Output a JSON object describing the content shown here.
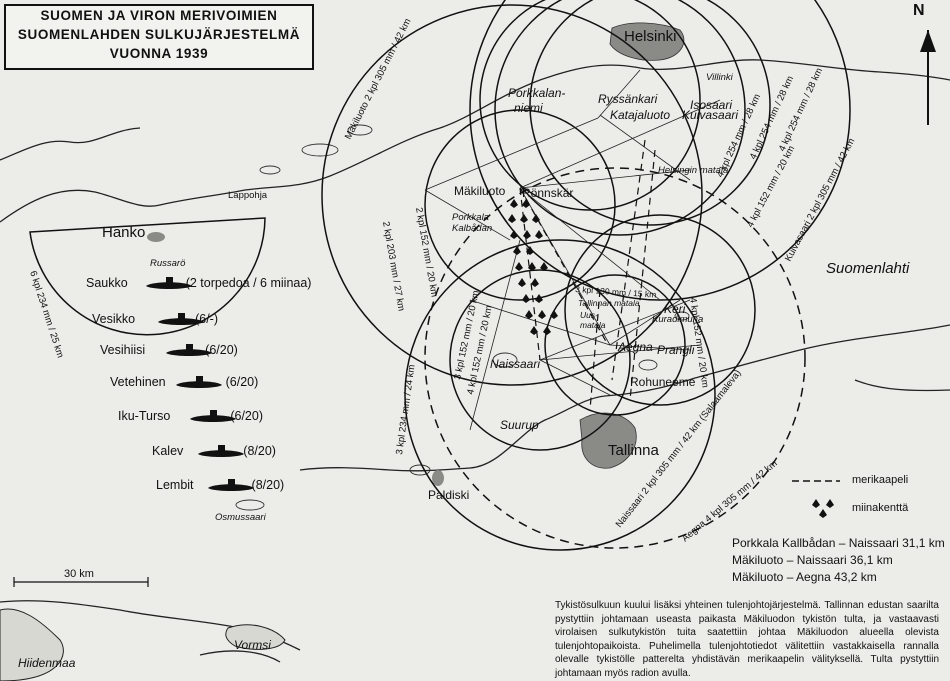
{
  "title": {
    "line1": "SUOMEN JA VIRON MERIVOIMIEN",
    "line2": "SUOMENLAHDEN SULKUJÄRJESTELMÄ",
    "line3": "VUONNA 1939"
  },
  "north_letter": "N",
  "places": {
    "helsinki": "Helsinki",
    "villinki": "Villinki",
    "ryssankari": "Ryssänkari",
    "isosaari": "Isosaari",
    "katajaluoto": "Katajaluoto",
    "kuivasaari": "Kuivasaari",
    "porkkalanniemi_1": "Porkkalan-",
    "porkkalanniemi_2": "niemi",
    "helsingin_matala": "Helsingin matala",
    "makiluoto": "Mäkiluoto",
    "ronnskar": "Rönnskär",
    "porkkala_kalbadan_1": "Porkkala",
    "porkkala_kalbadan_2": "Kalbådan",
    "lappohja": "Lappohja",
    "hanko": "Hanko",
    "russaro": "Russarö",
    "suomenlahti": "Suomenlahti",
    "tallinnan_matala_1": "Tallinnan matala",
    "uusmatala_1": "Uus-",
    "uusmatala_2": "matala",
    "keri": "Keri",
    "kuradimuna": "Kuradimuna",
    "naissaari": "Naissaari",
    "aegna": "Aegna",
    "prangli": "Prangli",
    "rohuneeme": "Rohuneeme",
    "suurup": "Suurup",
    "tallinna": "Tallinna",
    "paldiski": "Paldiski",
    "osmussaari": "Osmussaari",
    "hiidenmaa": "Hiidenmaa",
    "vormsi": "Vormsi"
  },
  "battery_labels": {
    "makiluoto_305": "Mäkiluoto 2 kpl 305 mm / 42 km",
    "hanko_234": "6 kpl 234 mm / 25 km",
    "kuivasaari_305": "Kuivasaari 2 kpl 305 mm / 42 km",
    "isosaari_254_a": "4 kpl 254 mm / 28 km",
    "isosaari_254_b": "4 kpl 254 mm / 28 km",
    "isosaari_254_c": "4 kpl 254 mm / 28 km",
    "isosaari_152": "4 kpl 152 mm / 20 km",
    "makiluoto_152": "2 kpl 152 mm / 20 km",
    "makiluoto_203": "2 kpl 203 mm / 27 km",
    "naissaari_152_a": "3 kpl 152 mm / 20 km",
    "naissaari_152_b": "4 kpl 152 mm / 20 km",
    "aegna_130": "3 kpl 130 mm / 15 km",
    "keri_152": "4 kpl 152 mm / 20 km",
    "suurup_234": "3 kpl 234 mm / 24 km",
    "naissaari_305": "Naissaari 2 kpl 305 mm / 42 km (Salaamaleva)",
    "aegna_305": "Aegna 4 kpl 305 mm / 42 km"
  },
  "submarines": [
    {
      "name": "Saukko",
      "spec": "(2 torpedoa / 6 miinaa)"
    },
    {
      "name": "Vesikko",
      "spec": "(6/-)"
    },
    {
      "name": "Vesihiisi",
      "spec": "(6/20)"
    },
    {
      "name": "Vetehinen",
      "spec": "(6/20)"
    },
    {
      "name": "Iku-Turso",
      "spec": "(6/20)"
    },
    {
      "name": "Kalev",
      "spec": "(8/20)"
    },
    {
      "name": "Lembit",
      "spec": "(8/20)"
    }
  ],
  "legend": {
    "cable": "merikaapeli",
    "minefield": "miinakenttä"
  },
  "distances": [
    "Porkkala Kallbådan – Naissaari 31,1 km",
    "Mäkiluoto – Naissaari 36,1 km",
    "Mäkiluoto – Aegna 43,2 km"
  ],
  "scale_label": "30 km",
  "caption": "Tykistösulkuun kuului lisäksi yhteinen tulenjohtojärjestelmä. Tallinnan edustan saarilta pystyttiin johtamaan useasta paikasta Mäkiluodon tykistön tulta, ja vastaavasti virolaisen sulkutykistön tuita saatettiin johtaa Mäkiluodon alueella olevista tulenjohtopaikoista. Puhelimella tulenjohtotiedot välitettiin vastakkaisella rannalla olevalle tykistölle patterelta yhdistävän merikaapelin välityksellä. Tulta pystyttiin johtamaan myös radion avulla.",
  "colors": {
    "paper": "#ecece8",
    "ink": "#111111",
    "city": "#8a8a86"
  }
}
